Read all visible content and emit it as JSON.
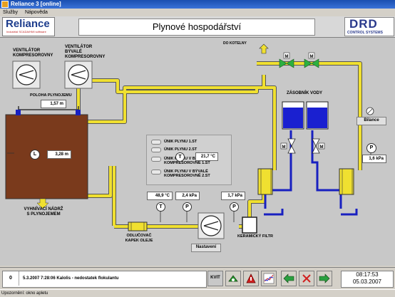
{
  "window": {
    "title": "Reliance 3 [online]"
  },
  "menu": {
    "items": [
      "Služby",
      "Nápověda"
    ]
  },
  "header": {
    "logo_left": "Reliance",
    "logo_left_sub": "Industrial SCADA/HMI software",
    "title": "Plynové hospodářství",
    "logo_right": "DRD",
    "logo_right_sub": "CONTROL SYSTEMS"
  },
  "scheme": {
    "fan1_label": "VENTILÁTOR\nKOMPRESOROVNY",
    "fan2_label": "VENTILÁTOR\nBÝVALÉ\nKOMPRESOROVNY",
    "gasholder_position_label": "POLOHA PLYNOJEMU",
    "gasholder_position_value": "1,57 m",
    "level_value": "3,28 m",
    "tank_label": "VYHNÍVACÍ NÁDRŽ\nS PLYNOJEMEM",
    "to_boiler": "DO KOTELNY",
    "vessel_label": "ZÁSOBNÍK VODY",
    "balance_button": "Bilance",
    "pressure_right": "1,6 kPa",
    "temp_mid": "21,7 °C",
    "temp_low": "48,9 °C",
    "pressure_low1": "2,4 kPa",
    "pressure_low2": "1,7 kPa",
    "settings_button": "Nastavení",
    "condensate_label": "ODLUČOVAČ\nKAPEK OLEJE",
    "ceramic_filter_label": "KERAMICKÝ FILTR",
    "alarms": [
      "ÚNIK PLYNU 1.ST",
      "ÚNIK PLYNU 2.ST",
      "ÚNIK PLYNU V BÝVALÉ\nKOMPRESOROVNĚ 1.ST",
      "ÚNIK PLYNU V BÝVALÉ\nKOMPRESOROVNĚ 2.ST"
    ],
    "sym_T": "T",
    "sym_P": "P",
    "sym_L": "L",
    "sym_M": "M"
  },
  "status": {
    "event_number": "0",
    "event_message": "5.3.2007 7:28:06  Kalolis - nedostatek flokulantu",
    "kvit_label": "KVIT",
    "time": "08:17:53",
    "date": "05.03.2007"
  },
  "footer": {
    "text": "Upozornění: okno apletu"
  },
  "colors": {
    "pipe_yellow": "#f0e030",
    "pipe_blue": "#1820c0",
    "tank_brown": "#7a3a1c",
    "valve_green": "#2cb040"
  }
}
